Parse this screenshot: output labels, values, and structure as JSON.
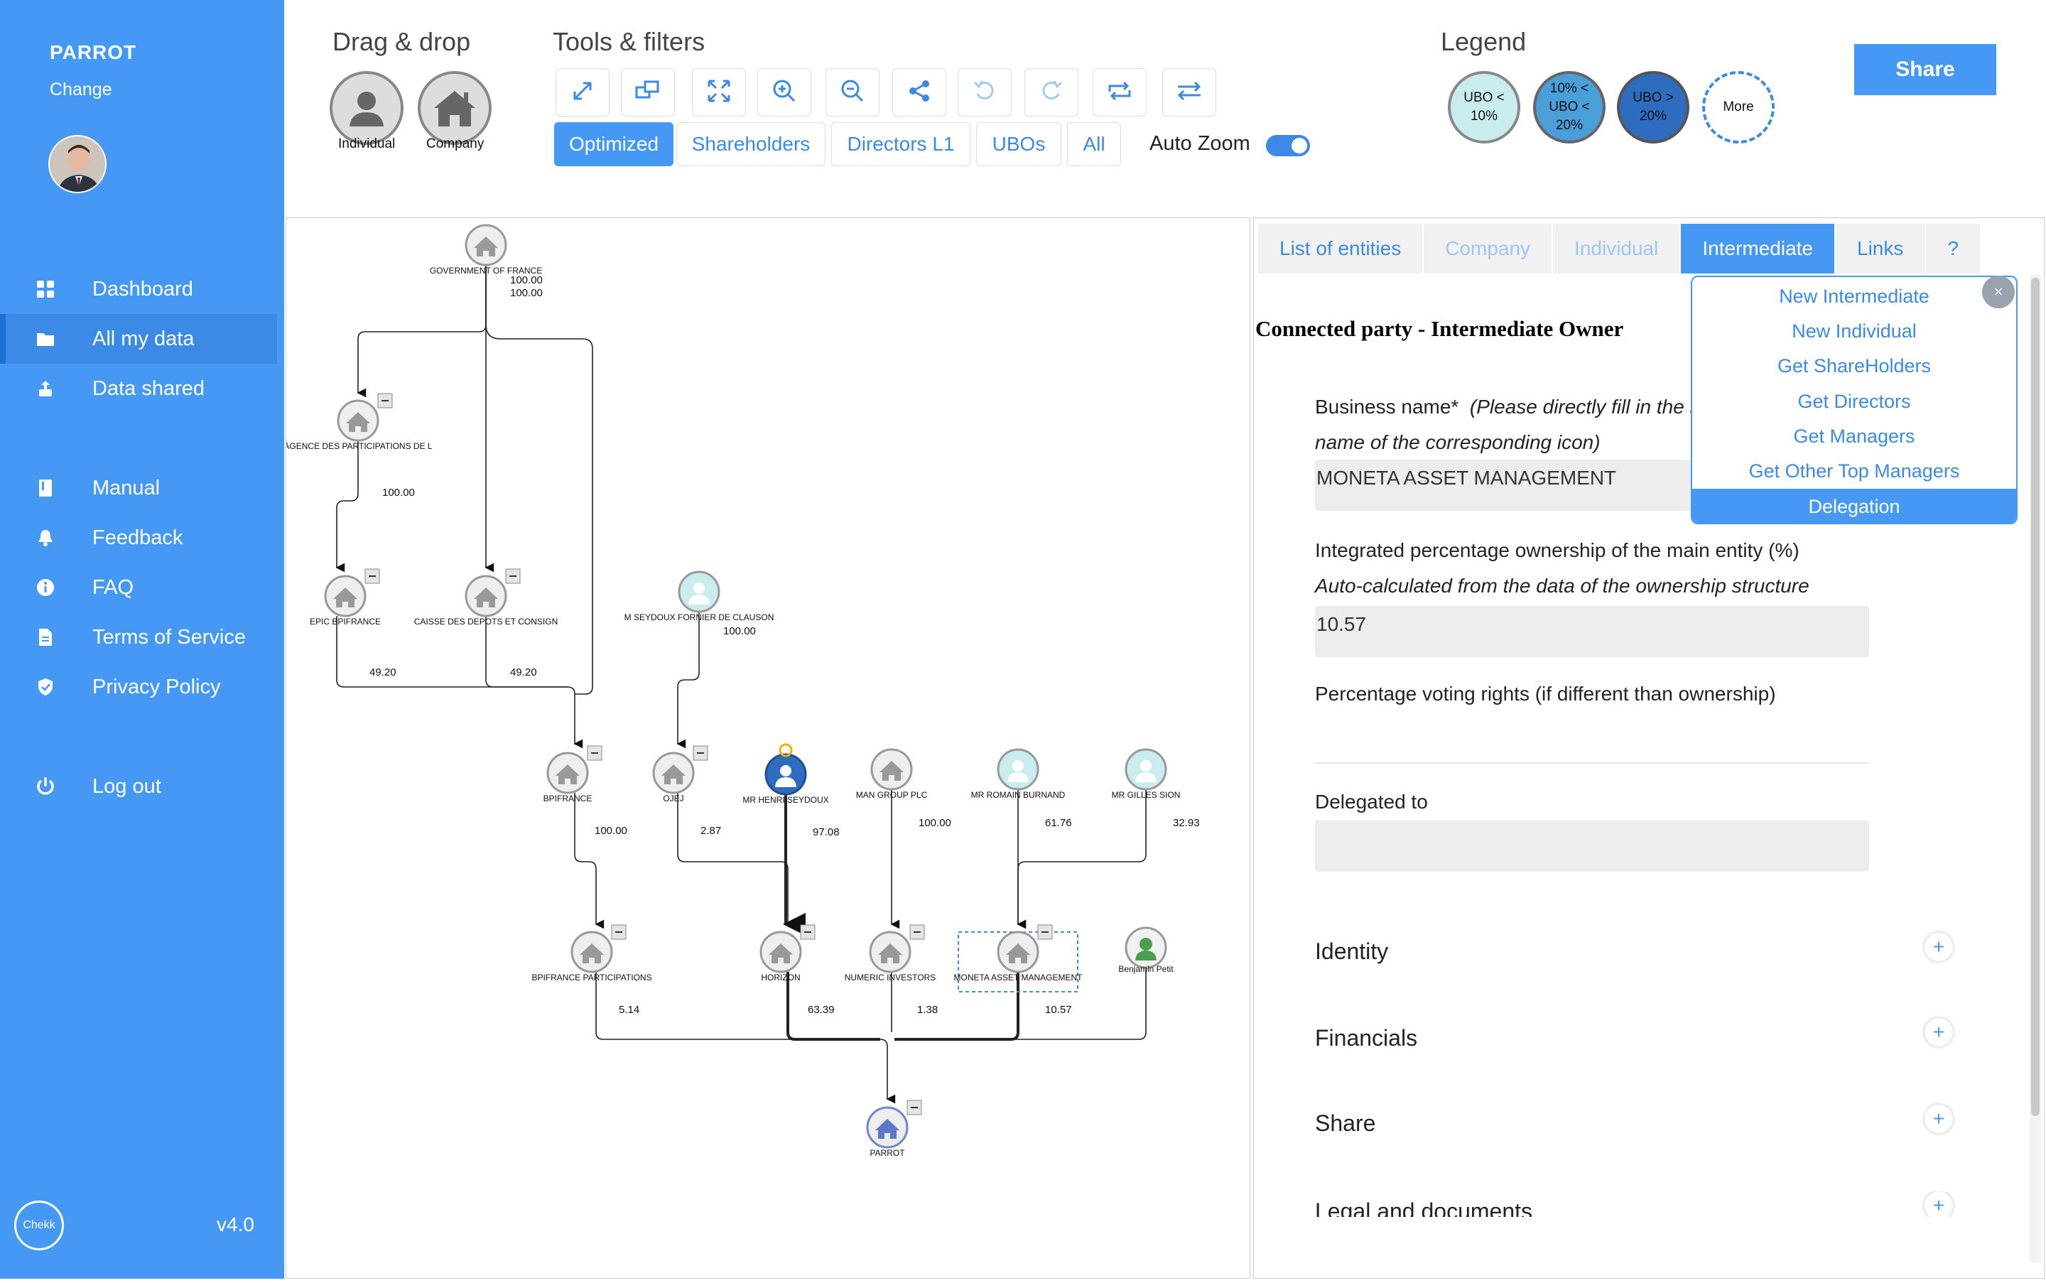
{
  "sidebar": {
    "brand": "PARROT",
    "change": "Change",
    "items": [
      {
        "label": "Dashboard",
        "icon": "grid-icon"
      },
      {
        "label": "All my data",
        "icon": "folder-icon"
      },
      {
        "label": "Data shared",
        "icon": "share-up-icon"
      },
      {
        "label": "Manual",
        "icon": "book-icon"
      },
      {
        "label": "Feedback",
        "icon": "bell-icon"
      },
      {
        "label": "FAQ",
        "icon": "info-icon"
      },
      {
        "label": "Terms of Service",
        "icon": "document-icon"
      },
      {
        "label": "Privacy Policy",
        "icon": "shield-icon"
      },
      {
        "label": "Log out",
        "icon": "power-icon"
      }
    ],
    "logo": "Chekk",
    "version": "v4.0"
  },
  "toolbar": {
    "dragdrop_title": "Drag & drop",
    "individual_label": "Individual",
    "company_label": "Company",
    "tools_title": "Tools & filters",
    "filters": [
      "Optimized",
      "Shareholders",
      "Directors L1",
      "UBOs",
      "All"
    ],
    "active_filter": "Optimized",
    "autozoom_label": "Auto Zoom",
    "autozoom_on": true,
    "legend_title": "Legend",
    "legend": {
      "ubo_lt_10": "UBO <\n10%",
      "ubo_10_20": "10% <\nUBO <\n20%",
      "ubo_gt_20": "UBO >\n20%",
      "more": "More"
    },
    "legend_colors": {
      "light": "#c9ecec",
      "mid": "#4a9fd8",
      "dark": "#2e6cc0"
    },
    "share_label": "Share"
  },
  "graph": {
    "nodes": [
      {
        "id": "gov",
        "name": "GOVERNMENT OF FRANCE",
        "values": [
          "100.00",
          "100.00"
        ]
      },
      {
        "id": "ape",
        "name": "AGENCE DES PARTICIPATIONS DE L",
        "values": [
          "100.00"
        ]
      },
      {
        "id": "epic",
        "name": "EPIC BPIFRANCE",
        "values": [
          "49.20"
        ]
      },
      {
        "id": "cdc",
        "name": "CAISSE DES DEPOTS ET CONSIGN",
        "values": [
          "49.20"
        ]
      },
      {
        "id": "msf",
        "name": "M SEYDOUX FORNIER DE CLAUSON",
        "values": [
          "100.00"
        ]
      },
      {
        "id": "bpi",
        "name": "BPIFRANCE",
        "values": [
          "100.00"
        ]
      },
      {
        "id": "ojej",
        "name": "OJEJ",
        "values": [
          "2.87"
        ]
      },
      {
        "id": "mhs",
        "name": "MR HENRI SEYDOUX",
        "values": [
          "97.08"
        ]
      },
      {
        "id": "man",
        "name": "MAN GROUP PLC",
        "values": [
          "100.00"
        ]
      },
      {
        "id": "mrb",
        "name": "MR ROMAIN BURNAND",
        "values": [
          "61.76"
        ]
      },
      {
        "id": "mgs",
        "name": "MR GILLES SION",
        "values": [
          "32.93"
        ]
      },
      {
        "id": "bpip",
        "name": "BPIFRANCE PARTICIPATIONS",
        "values": [
          "5.14"
        ]
      },
      {
        "id": "hor",
        "name": "HORIZON",
        "values": [
          "63.39"
        ]
      },
      {
        "id": "num",
        "name": "NUMERIC INVESTORS",
        "values": [
          "1.38"
        ]
      },
      {
        "id": "moneta",
        "name": "MONETA ASSET MANAGEMENT",
        "values": [
          "10.57"
        ]
      },
      {
        "id": "bp",
        "name": "Benjamin Petit",
        "values": []
      },
      {
        "id": "parrot",
        "name": "PARROT",
        "values": []
      }
    ]
  },
  "panel": {
    "tabs": [
      "List of entities",
      "Company",
      "Individual",
      "Intermediate",
      "Links",
      "?"
    ],
    "active_tab": "Intermediate",
    "title": "Connected party - Intermediate Owner",
    "business_name_label": "Business name*",
    "business_name_hint_1": "(Please directly fill in the s",
    "business_name_hint_2": "name of the corresponding icon)",
    "business_name_value": "MONETA ASSET MANAGEMENT",
    "ownership_label": "Integrated percentage ownership of the main entity (%)",
    "ownership_hint": "Auto-calculated from the data of the ownership structure",
    "ownership_value": "10.57",
    "voting_label": "Percentage voting rights (if different than ownership)",
    "voting_value": "",
    "delegated_label": "Delegated to",
    "delegated_value": "",
    "sections": [
      "Identity",
      "Financials",
      "Share",
      "Legal and documents"
    ]
  },
  "context_menu": {
    "items": [
      "New Intermediate",
      "New Individual",
      "Get ShareHolders",
      "Get Directors",
      "Get Managers",
      "Get Other Top Managers",
      "Delegation"
    ],
    "active": "Delegation",
    "close": "×"
  }
}
